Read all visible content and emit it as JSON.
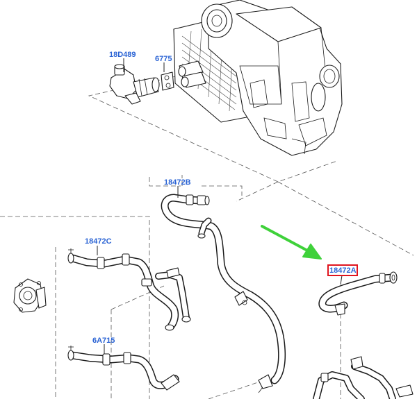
{
  "parts": {
    "valve": "18D489",
    "gasket": "6775",
    "hose_b": "18472B",
    "hose_c": "18472C",
    "hose_a": "18472A",
    "hose_bypass": "6A715"
  },
  "colors": {
    "label_blue": "#2a63d4",
    "highlight_red": "#e0141e",
    "arrow_green": "#3fd13a"
  },
  "highlighted_part": "18472A",
  "arrow_icon": "green-pointer-arrow"
}
